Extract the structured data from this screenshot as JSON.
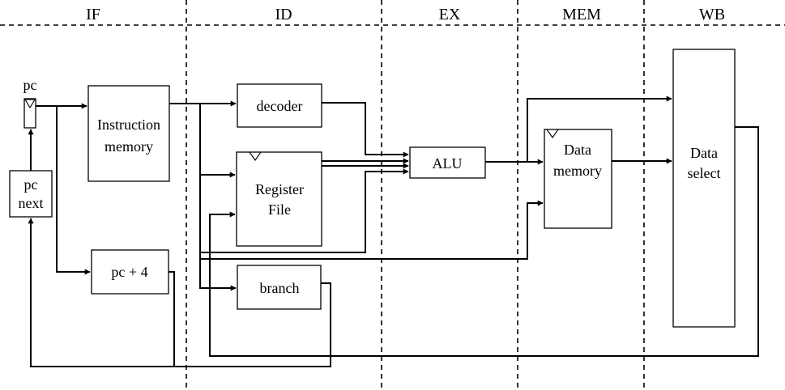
{
  "stages": [
    {
      "id": "if",
      "label": "IF"
    },
    {
      "id": "id",
      "label": "ID"
    },
    {
      "id": "ex",
      "label": "EX"
    },
    {
      "id": "mem",
      "label": "MEM"
    },
    {
      "id": "wb",
      "label": "WB"
    }
  ],
  "blocks": {
    "pc": {
      "label": "pc"
    },
    "pc_next": {
      "line1": "pc",
      "line2": "next"
    },
    "instruction_memory": {
      "line1": "Instruction",
      "line2": "memory"
    },
    "pc_plus_4": {
      "label": "pc + 4"
    },
    "decoder": {
      "label": "decoder"
    },
    "register_file": {
      "line1": "Register",
      "line2": "File"
    },
    "branch": {
      "label": "branch"
    },
    "alu": {
      "label": "ALU"
    },
    "data_memory": {
      "line1": "Data",
      "line2": "memory"
    },
    "data_select": {
      "line1": "Data",
      "line2": "select"
    }
  }
}
